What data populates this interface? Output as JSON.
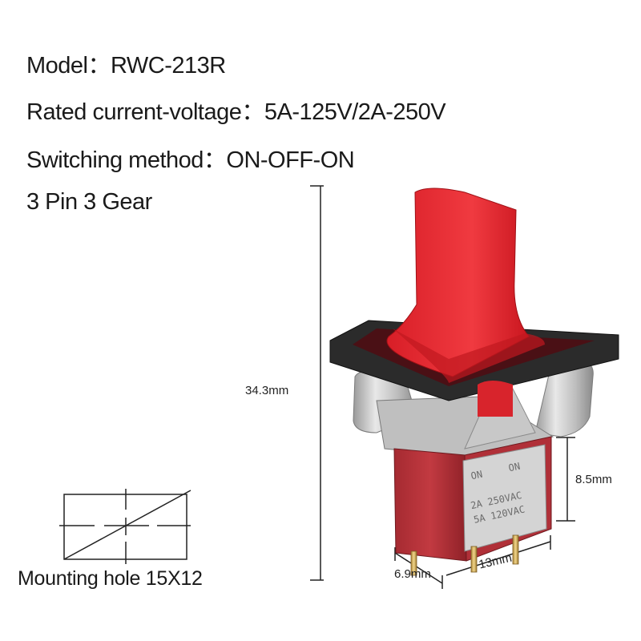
{
  "specs": {
    "model": "Model：RWC-213R",
    "rated": "Rated current-voltage：5A-125V/2A-250V",
    "switching": "Switching method：ON-OFF-ON",
    "pins": "3 Pin 3 Gear"
  },
  "dimensions": {
    "height": "34.3mm",
    "body_height": "8.5mm",
    "depth": "6.9mm",
    "width": "13mm"
  },
  "mounting_hole": "Mounting hole 15X12",
  "switch_markings": {
    "on_left": "ON",
    "on_right": "ON",
    "rating_1": "2A 250VAC",
    "rating_2": "5A 120VAC"
  },
  "colors": {
    "actuator": "#e8262e",
    "bezel": "#2b2b2b",
    "body": "#b8323a",
    "metal": "#cfcfcf"
  }
}
